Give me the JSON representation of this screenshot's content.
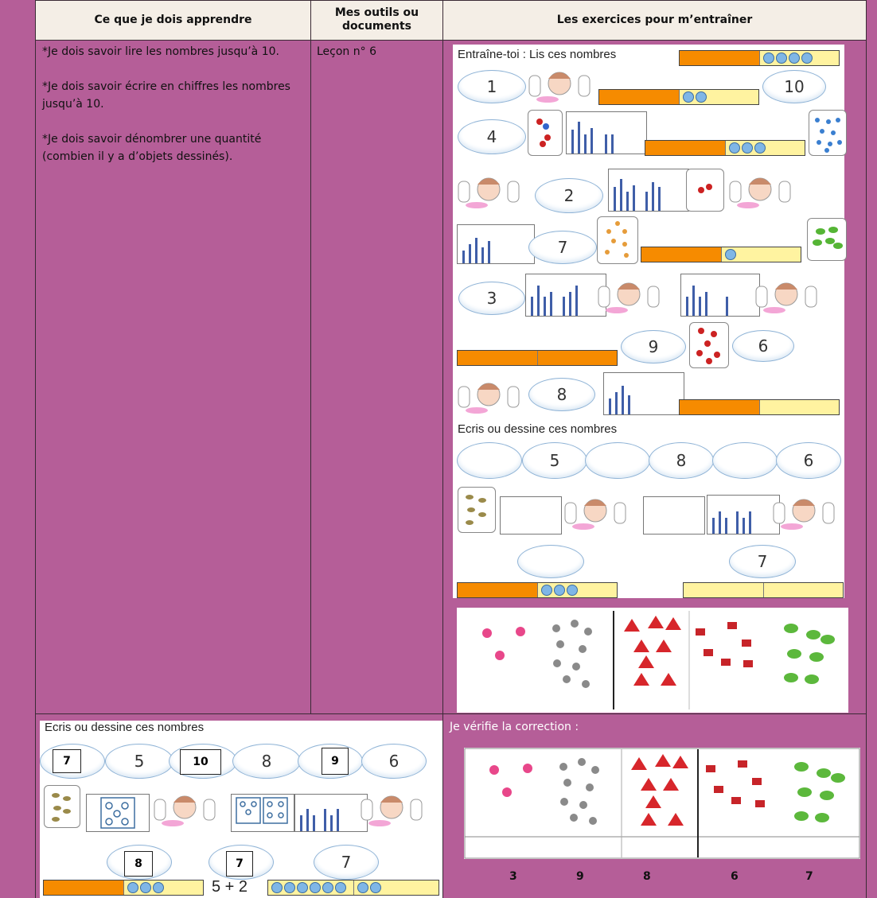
{
  "headers": {
    "learn": "Ce que je dois apprendre",
    "tools": "Mes outils ou documents",
    "exercises": "Les exercices pour m’entraîner"
  },
  "learn_items": [
    "*Je dois savoir lire les nombres jusqu’à 10.",
    "*Je dois savoir écrire en chiffres les nombres jusqu’à 10.",
    "*Je dois savoir dénombrer une quantité (combien il y a d’objets dessinés)."
  ],
  "tools_text": "Leçon n° 6",
  "exercise1": {
    "title": "Entraîne-toi : Lis ces nombres",
    "numbers": [
      "1",
      "10",
      "4",
      "2",
      "7",
      "3",
      "9",
      "6",
      "8"
    ]
  },
  "exercise2": {
    "title": "Ecris ou dessine ces nombres",
    "numbers": [
      "5",
      "8",
      "6",
      "7"
    ]
  },
  "bottom_left": {
    "title": "Ecris ou dessine ces nombres",
    "boxes": [
      "7",
      "10",
      "9",
      "8",
      "7"
    ],
    "clouds": [
      "5",
      "8",
      "6",
      "7"
    ],
    "sum": "5 + 2"
  },
  "correction": {
    "title": "Je vérifie la correction :",
    "answers": [
      "3",
      "9",
      "8",
      "6",
      "7"
    ]
  },
  "colors": {
    "background": "#b55e98",
    "header": "#f4eee6",
    "orange": "#f68b00",
    "yellow": "#fff3a0",
    "blue_dot": "#7fb6e6"
  }
}
